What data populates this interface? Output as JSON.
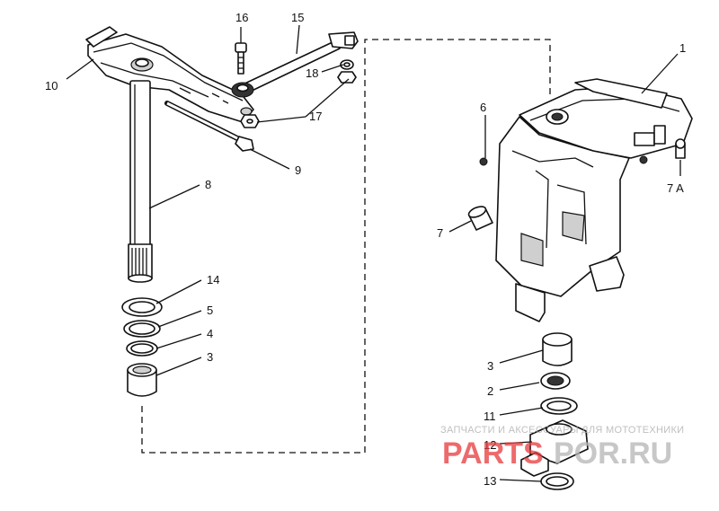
{
  "diagram": {
    "callouts": {
      "p16": "16",
      "p15": "15",
      "p10": "10",
      "p18": "18",
      "p17": "17",
      "p9": "9",
      "p8": "8",
      "p14": "14",
      "p5": "5",
      "p4": "4",
      "p3a": "3",
      "p1": "1",
      "p6": "6",
      "p7a": "7 A",
      "p7": "7",
      "p3b": "3",
      "p2": "2",
      "p11": "11",
      "p12": "12",
      "p13": "13"
    },
    "watermark": {
      "tagline": "ЗАПЧАСТИ И АКСЕССУАРЫ ДЛЯ МОТОТЕХНИКИ",
      "logo_part1": "PARTS",
      "logo_part2": "POR.RU",
      "color_red": "#e8393b",
      "color_gray": "#b5b5b5"
    }
  }
}
